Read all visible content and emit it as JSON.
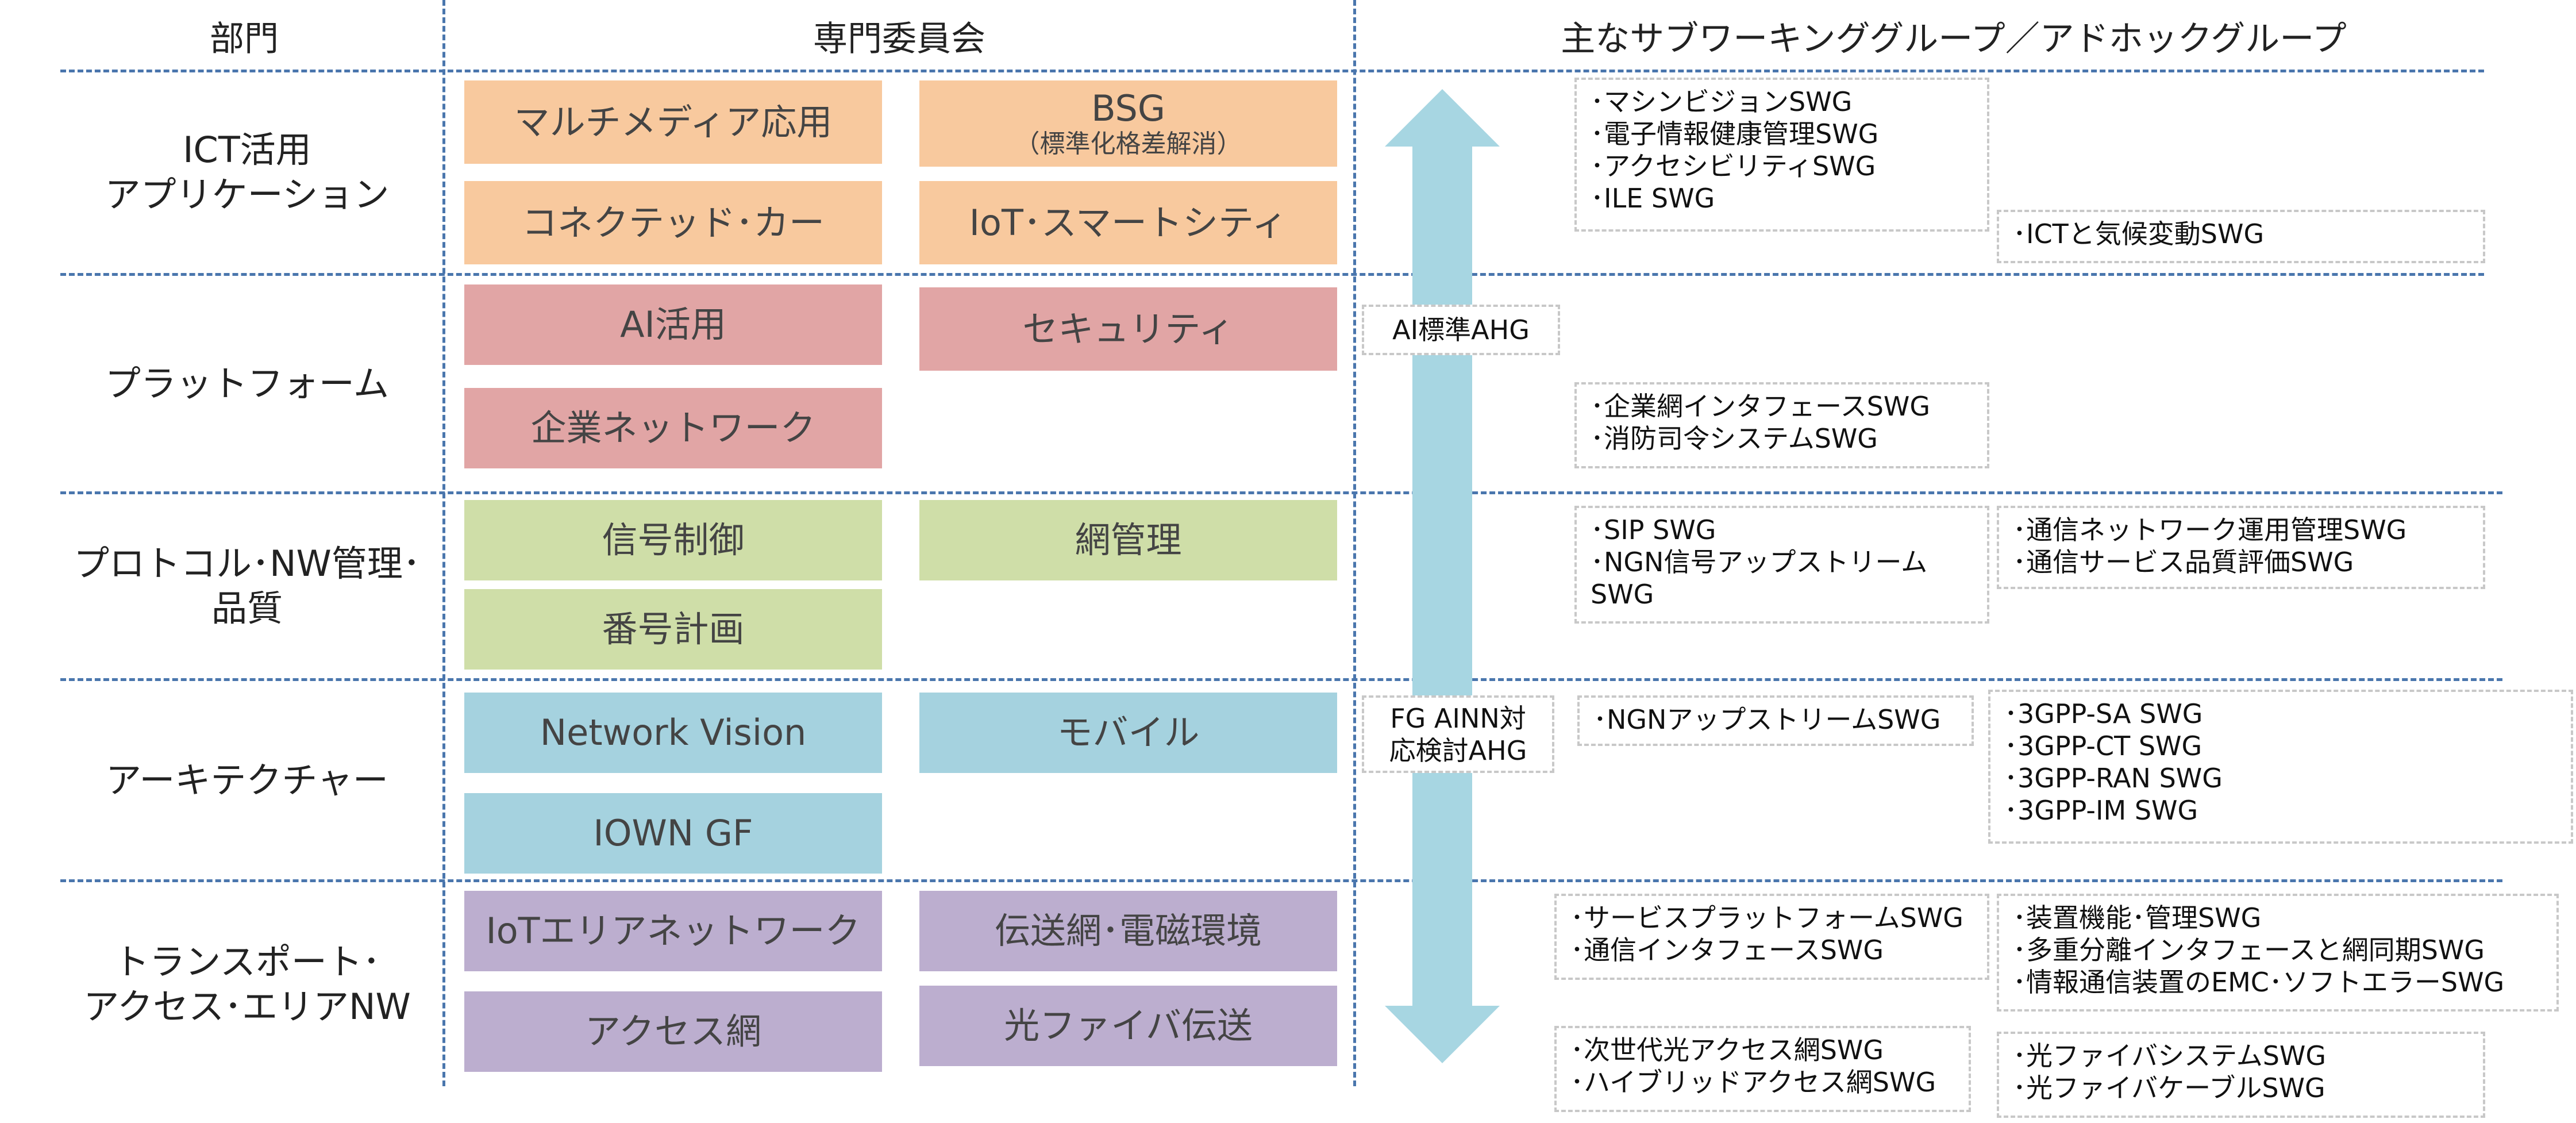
{
  "headers": {
    "department": "部門",
    "committee": "専門委員会",
    "groups": "主なサブワーキンググループ／アドホックグループ"
  },
  "departments": [
    "ICT活用\nアプリケーション",
    "プラットフォーム",
    "プロトコル･NW管理･\n品質",
    "アーキテクチャー",
    "トランスポート･\nアクセス･エリアNW"
  ],
  "committees": {
    "multimedia": "マルチメディア応用",
    "bsg": "BSG",
    "bsg_sub": "（標準化格差解消）",
    "connected_car": "コネクテッド･カー",
    "iot_smart_city": "IoT･スマートシティ",
    "ai": "AI活用",
    "security": "セキュリティ",
    "enterprise_network": "企業ネットワーク",
    "signaling": "信号制御",
    "network_management": "網管理",
    "numbering": "番号計画",
    "network_vision": "Network Vision",
    "mobile": "モバイル",
    "iown_gf": "IOWN GF",
    "iot_area_network": "IoTエリアネットワーク",
    "transmission_emc": "伝送網･電磁環境",
    "access_network": "アクセス網",
    "optical_fiber": "光ファイバ伝送"
  },
  "ahg": {
    "ai_standard": "AI標準AHG",
    "fg_ainn": "FG AINN対\n応検討AHG"
  },
  "swg_groups": {
    "ict_main": [
      "･マシンビジョンSWG",
      "･電子情報健康管理SWG",
      "･アクセシビリティSWG",
      "･ILE SWG"
    ],
    "ict_climate": [
      "･ICTと気候変動SWG"
    ],
    "platform": [
      "･企業網インタフェースSWG",
      "･消防司令システムSWG"
    ],
    "protocol_a": [
      "･SIP SWG",
      "･NGN信号アップストリーム\n SWG"
    ],
    "protocol_b": [
      "･通信ネットワーク運用管理SWG",
      "･通信サービス品質評価SWG"
    ],
    "arch_a": [
      "･NGNアップストリームSWG"
    ],
    "arch_b": [
      "･3GPP-SA SWG",
      "･3GPP-CT SWG",
      "･3GPP-RAN SWG",
      "･3GPP-IM SWG"
    ],
    "transport_a": [
      "･サービスプラットフォームSWG",
      "･通信インタフェースSWG"
    ],
    "transport_b": [
      "･装置機能･管理SWG",
      "･多重分離インタフェースと網同期SWG",
      "･情報通信装置のEMC･ソフトエラーSWG"
    ],
    "transport_c": [
      "･次世代光アクセス網SWG",
      "･ハイブリッドアクセス網SWG"
    ],
    "transport_d": [
      "･光ファイバシステムSWG",
      "･光ファイバケーブルSWG"
    ]
  },
  "colors": {
    "orange": "#f8c99e",
    "pink": "#e1a5a5",
    "green": "#cfdea8",
    "blue": "#a5d2df",
    "purple": "#bcaecf",
    "arrow": "#a7d6e2",
    "divider": "#4a76ad"
  }
}
